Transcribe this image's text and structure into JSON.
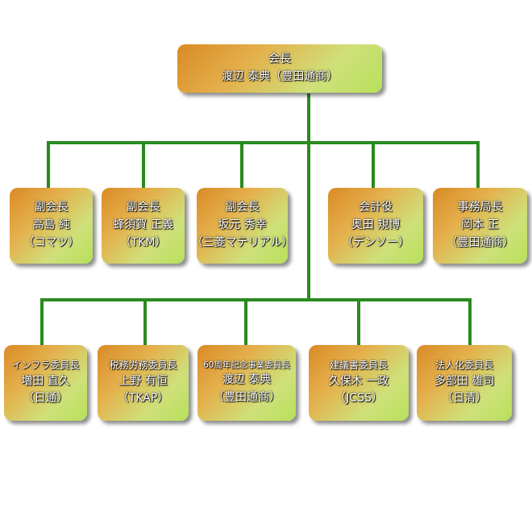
{
  "chairman": {
    "role": "会長",
    "line2": "渡辺 泰典（豊田通商）"
  },
  "officers": [
    {
      "role": "副会長",
      "name": "高島 純",
      "org": "（コマツ）"
    },
    {
      "role": "副会長",
      "name": "蜂須賀 正義",
      "org": "（TKM）"
    },
    {
      "role": "副会長",
      "name": "坂元 秀幸",
      "org": "（三菱マテリアル）"
    },
    {
      "role": "会計役",
      "name": "奥田 規博",
      "org": "（デンソー）"
    },
    {
      "role": "事務局長",
      "name": "岡本 正",
      "org": "（豊田通商）"
    }
  ],
  "committees": [
    {
      "role": "インフラ委員長",
      "name": "増田 直久",
      "org": "（日通）"
    },
    {
      "role": "税務労務委員長",
      "name": "上野 有恒",
      "org": "（TKAP）"
    },
    {
      "role": "60周年記念事業委員長",
      "name": "渡辺 泰典",
      "org": "（豊田通商）"
    },
    {
      "role": "建議書委員長",
      "name": "久保木 一政",
      "org": "（JCSS）"
    },
    {
      "role": "法人化委員長",
      "name": "多部田 雄司",
      "org": "（日清）"
    }
  ],
  "colors": {
    "line": "#2a8a1e",
    "box_start": "#d98a25",
    "box_end": "#b7e05a"
  }
}
